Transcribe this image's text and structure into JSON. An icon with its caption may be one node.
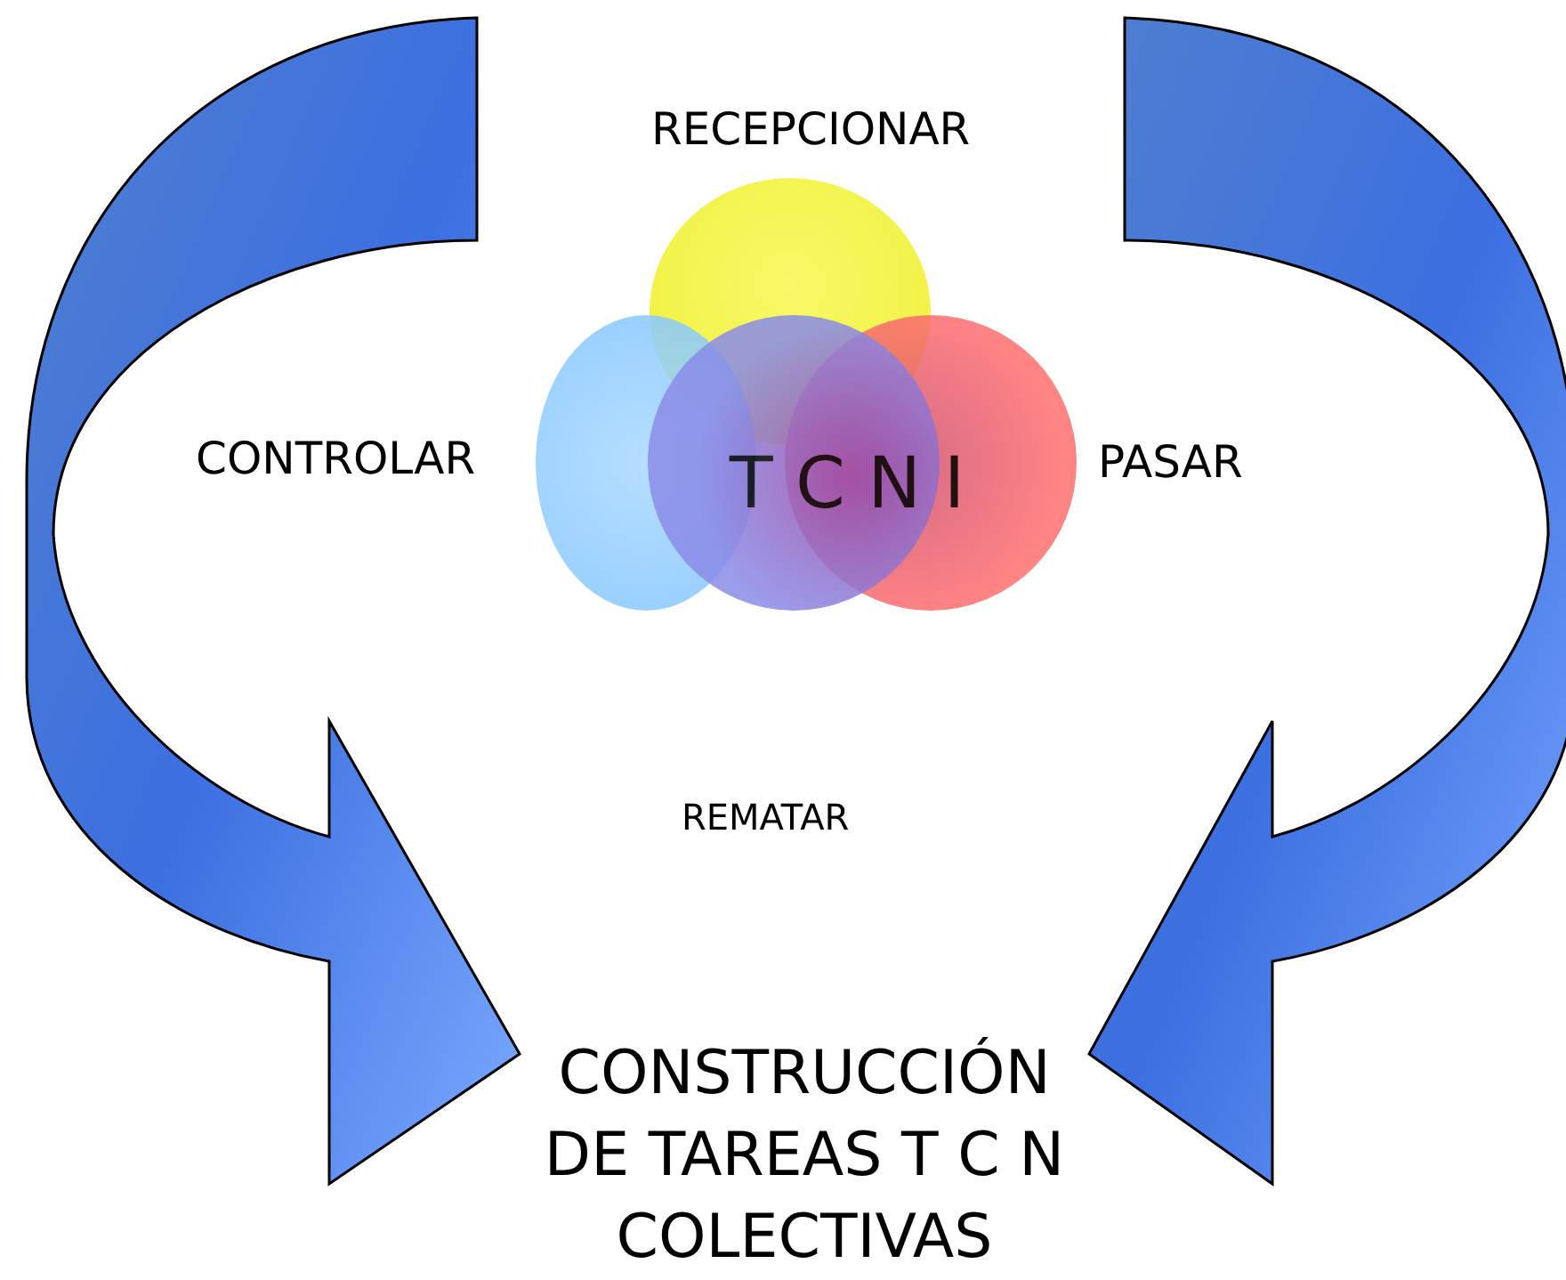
{
  "diagram": {
    "nodes": [
      {
        "text": [],
        "shape": "circle",
        "beside": [
          "RECEPCIONAR"
        ]
      },
      {
        "text": [],
        "shape": "circle",
        "beside": [
          "CONTROLAR"
        ]
      },
      {
        "text": [
          "T C N I"
        ]
      },
      {
        "text": [],
        "shape": "circle",
        "beside": [
          "PASAR"
        ]
      },
      {
        "text": [
          "CONSTRUCCIÓN DE TAREAS T C N COLECTIVAS"
        ]
      }
    ],
    "edges": [
      {
        "from": null,
        "to": 4,
        "arrow": "to"
      },
      {
        "from": null,
        "to": 4,
        "arrow": "to"
      }
    ],
    "labels": [
      "REMATAR"
    ]
  }
}
